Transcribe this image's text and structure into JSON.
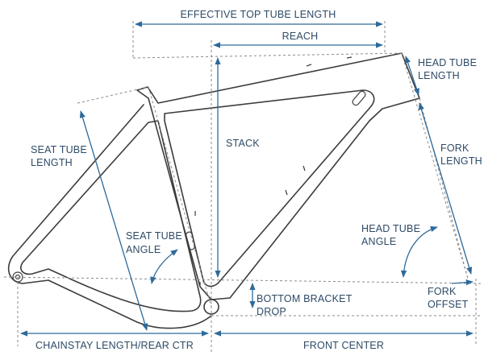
{
  "labels": {
    "effective_top_tube_length": "EFFECTIVE TOP TUBE LENGTH",
    "reach": "REACH",
    "head_tube_length_1": "HEAD TUBE",
    "head_tube_length_2": "LENGTH",
    "stack": "STACK",
    "seat_tube_length_1": "SEAT TUBE",
    "seat_tube_length_2": "LENGTH",
    "fork_length_1": "FORK",
    "fork_length_2": "LENGTH",
    "seat_tube_angle_1": "SEAT TUBE",
    "seat_tube_angle_2": "ANGLE",
    "head_tube_angle_1": "HEAD TUBE",
    "head_tube_angle_2": "ANGLE",
    "bottom_bracket_drop_1": "BOTTOM BRACKET",
    "bottom_bracket_drop_2": "DROP",
    "fork_offset_1": "FORK",
    "fork_offset_2": "OFFSET",
    "chainstay_length": "CHAINSTAY LENGTH/REAR CTR",
    "front_center": "FRONT CENTER"
  },
  "colors": {
    "dimension": "#2e6a9a",
    "label": "#2d4a66",
    "frame": "#3c3c3c",
    "reference": "#8a8a8a"
  }
}
